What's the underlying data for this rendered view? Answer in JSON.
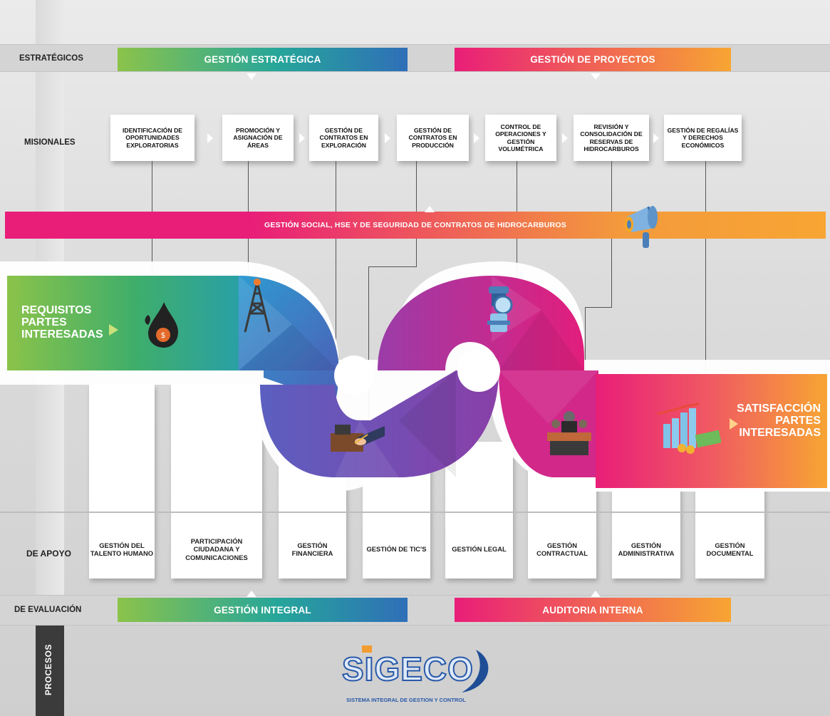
{
  "row_labels": {
    "estrategicos": "ESTRATÉGICOS",
    "misionales": "MISIONALES",
    "de_apoyo": "DE APOYO",
    "de_evaluacion": "DE EVALUACIÓN",
    "procesos": "PROCESOS"
  },
  "strategic": {
    "left": "GESTIÓN ESTRATÉGICA",
    "right": "GESTIÓN DE PROYECTOS"
  },
  "missional": [
    "IDENTIFICACIÓN DE OPORTUNIDADES EXPLORATORIAS",
    "PROMOCIÓN Y ASIGNACIÓN DE ÁREAS",
    "GESTIÓN DE CONTRATOS EN EXPLORACIÓN",
    "GESTIÓN DE CONTRATOS EN PRODUCCIÓN",
    "CONTROL DE OPERACIONES Y GESTIÓN VOLUMÉTRICA",
    "REVISIÓN Y CONSOLIDACIÓN DE RESERVAS DE HIDROCARBUROS",
    "GESTIÓN DE REGALÍAS Y DERECHOS ECONÓMICOS"
  ],
  "social_band": "GESTIÓN SOCIAL, HSE Y DE SEGURIDAD DE CONTRATOS DE HIDROCARBUROS",
  "flow": {
    "input": [
      "REQUISITOS",
      "PARTES",
      "INTERESADAS"
    ],
    "output": [
      "SATISFACCIÓN",
      "PARTES",
      "INTERESADAS"
    ]
  },
  "support": [
    "GESTIÓN DEL TALENTO HUMANO",
    "PARTICIPACIÓN CIUDADANA Y COMUNICACIONES",
    "GESTIÓN FINANCIERA",
    "GESTIÓN DE TIC'S",
    "GESTIÓN LEGAL",
    "GESTIÓN CONTRACTUAL",
    "GESTIÓN ADMINISTRATIVA",
    "GESTIÓN DOCUMENTAL"
  ],
  "evaluation": {
    "left": "GESTIÓN INTEGRAL",
    "right": "AUDITORIA INTERNA"
  },
  "logo": {
    "name": "SIGECO",
    "tagline": "SISTEMA INTEGRAL DE GESTION Y CONTROL"
  },
  "colors": {
    "green": "#8bc34a",
    "blue": "#2f6fb8",
    "magenta": "#e91e78",
    "orange": "#f7a533",
    "purple": "#8a3fa8"
  },
  "icons": [
    "oil-drop-icon",
    "oil-rig-icon",
    "contract-signing-icon",
    "valve-icon",
    "meeting-table-icon",
    "money-chart-icon",
    "megaphone-icon"
  ]
}
